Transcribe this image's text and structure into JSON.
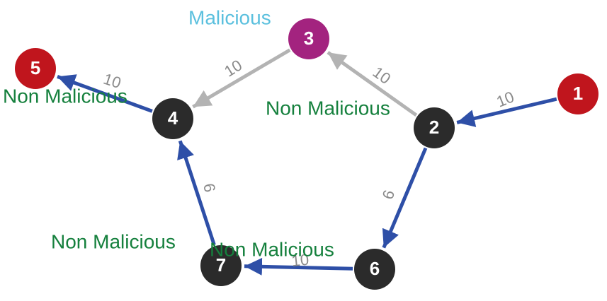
{
  "colors": {
    "edge_primary": "#2e4fa7",
    "edge_secondary": "#b3b3b3",
    "node_default": "#2b2b2b",
    "node_endpoint": "#c0151d",
    "node_highlight": "#a3237f",
    "caption_malicious": "#5bc0de",
    "caption_non_malicious": "#15803d"
  },
  "nodes": [
    {
      "id": "1",
      "label": "1",
      "kind": "endpoint"
    },
    {
      "id": "2",
      "label": "2",
      "kind": "default",
      "caption": "Non Malicious",
      "caption_type": "non_malicious"
    },
    {
      "id": "3",
      "label": "3",
      "kind": "highlight",
      "caption": "Malicious",
      "caption_type": "malicious"
    },
    {
      "id": "4",
      "label": "4",
      "kind": "default"
    },
    {
      "id": "5",
      "label": "5",
      "kind": "endpoint",
      "caption": "Non Malicious",
      "caption_type": "non_malicious"
    },
    {
      "id": "6",
      "label": "6",
      "kind": "default",
      "caption": "Non Malicious",
      "caption_type": "non_malicious"
    },
    {
      "id": "7",
      "label": "7",
      "kind": "default",
      "caption": "Non Malicious",
      "caption_type": "non_malicious"
    }
  ],
  "edges": [
    {
      "from": "1",
      "to": "2",
      "weight": "10",
      "style": "primary"
    },
    {
      "from": "2",
      "to": "3",
      "weight": "10",
      "style": "secondary"
    },
    {
      "from": "3",
      "to": "4",
      "weight": "10",
      "style": "secondary"
    },
    {
      "from": "4",
      "to": "5",
      "weight": "10",
      "style": "primary"
    },
    {
      "from": "2",
      "to": "6",
      "weight": "6",
      "style": "primary"
    },
    {
      "from": "6",
      "to": "7",
      "weight": "10",
      "style": "primary"
    },
    {
      "from": "7",
      "to": "4",
      "weight": "6",
      "style": "primary"
    }
  ]
}
